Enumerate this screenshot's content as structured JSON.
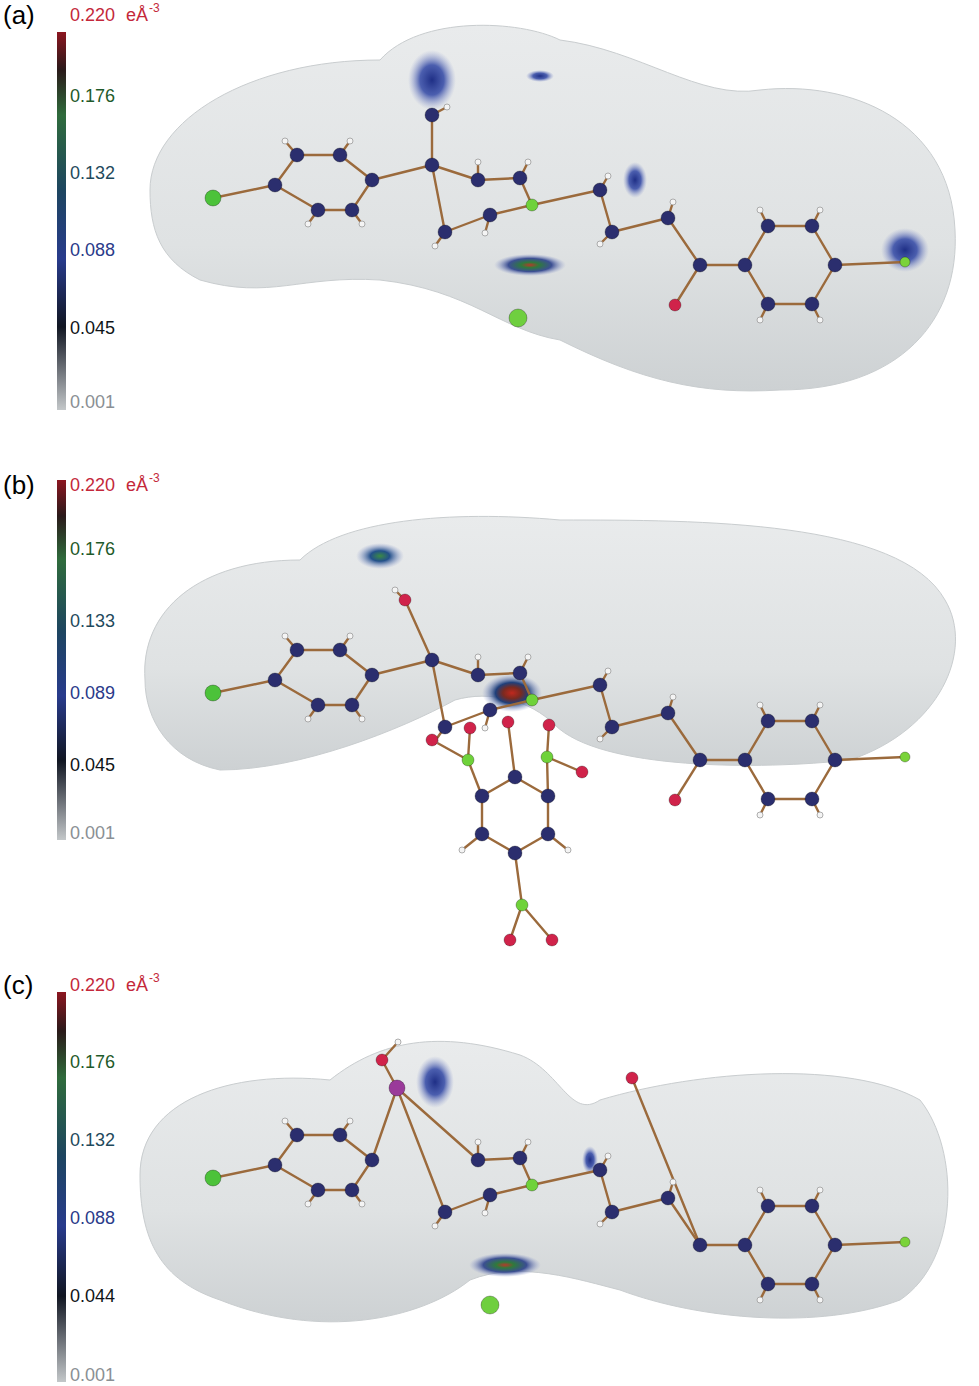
{
  "diagram": {
    "labels": [
      "(a)",
      "0.220",
      "eÅ",
      "-3",
      "0.176",
      "0.132",
      "0.088",
      "0.045",
      "0.001",
      "(b)",
      "0.220",
      "eÅ",
      "-3",
      "0.176",
      "0.133",
      "0.089",
      "0.045",
      "0.001",
      "(c)",
      "0.220",
      "eÅ",
      "-3",
      "0.176",
      "0.132",
      "0.088",
      "0.044",
      "0.001"
    ]
  }
}
